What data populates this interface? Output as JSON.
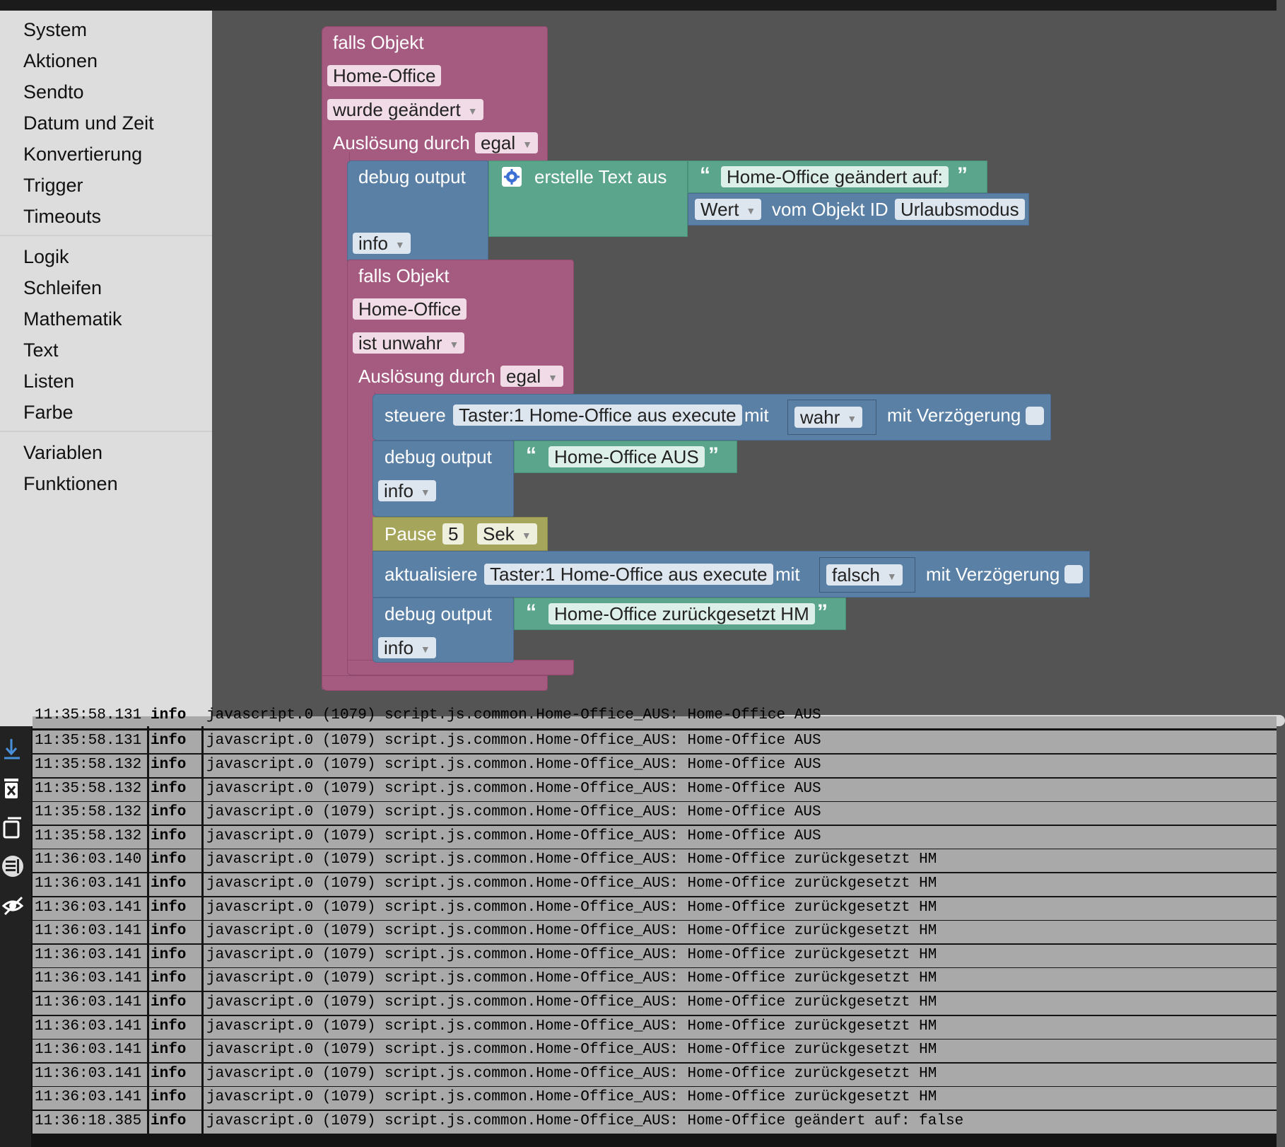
{
  "toolbox": {
    "group1": [
      "System",
      "Aktionen",
      "Sendto",
      "Datum und Zeit",
      "Konvertierung",
      "Trigger",
      "Timeouts"
    ],
    "group2": [
      "Logik",
      "Schleifen",
      "Mathematik",
      "Text",
      "Listen",
      "Farbe"
    ],
    "group3": [
      "Variablen",
      "Funktionen"
    ]
  },
  "blocks": {
    "outer": {
      "title": "falls Objekt",
      "object": "Home-Office",
      "condition": "wurde geändert",
      "trigger_label": "Auslösung durch",
      "trigger_value": "egal"
    },
    "debug1": {
      "label": "debug output",
      "level": "info",
      "text_label": "erstelle Text aus",
      "text_value": "Home-Office geändert auf:",
      "value_field": "Wert",
      "value_label": "vom Objekt ID",
      "object_id": "Urlaubsmodus"
    },
    "inner": {
      "title": "falls Objekt",
      "object": "Home-Office",
      "condition": "ist unwahr",
      "trigger_label": "Auslösung durch",
      "trigger_value": "egal"
    },
    "control": {
      "label": "steuere",
      "object": "Taster:1 Home-Office aus execute",
      "mit": "mit",
      "value": "wahr",
      "delay_label": "mit Verzögerung"
    },
    "debug2": {
      "label": "debug output",
      "text": "Home-Office AUS",
      "level": "info"
    },
    "pause": {
      "label": "Pause",
      "value": "5",
      "unit": "Sek"
    },
    "update": {
      "label": "aktualisiere",
      "object": "Taster:1 Home-Office aus execute",
      "mit": "mit",
      "value": "falsch",
      "delay_label": "mit Verzögerung"
    },
    "debug3": {
      "label": "debug output",
      "text": "Home-Office zurückgesetzt HM",
      "level": "info"
    }
  },
  "log": {
    "partial_row": [
      "11:35:58.131",
      "info",
      "javascript.0 (1079) script.js.common.Home-Office_AUS: Home-Office AUS"
    ],
    "rows": [
      [
        "11:35:58.131",
        "info",
        "javascript.0 (1079) script.js.common.Home-Office_AUS: Home-Office AUS"
      ],
      [
        "11:35:58.132",
        "info",
        "javascript.0 (1079) script.js.common.Home-Office_AUS: Home-Office AUS"
      ],
      [
        "11:35:58.132",
        "info",
        "javascript.0 (1079) script.js.common.Home-Office_AUS: Home-Office AUS"
      ],
      [
        "11:35:58.132",
        "info",
        "javascript.0 (1079) script.js.common.Home-Office_AUS: Home-Office AUS"
      ],
      [
        "11:35:58.132",
        "info",
        "javascript.0 (1079) script.js.common.Home-Office_AUS: Home-Office AUS"
      ],
      [
        "11:36:03.140",
        "info",
        "javascript.0 (1079) script.js.common.Home-Office_AUS: Home-Office zurückgesetzt HM"
      ],
      [
        "11:36:03.141",
        "info",
        "javascript.0 (1079) script.js.common.Home-Office_AUS: Home-Office zurückgesetzt HM"
      ],
      [
        "11:36:03.141",
        "info",
        "javascript.0 (1079) script.js.common.Home-Office_AUS: Home-Office zurückgesetzt HM"
      ],
      [
        "11:36:03.141",
        "info",
        "javascript.0 (1079) script.js.common.Home-Office_AUS: Home-Office zurückgesetzt HM"
      ],
      [
        "11:36:03.141",
        "info",
        "javascript.0 (1079) script.js.common.Home-Office_AUS: Home-Office zurückgesetzt HM"
      ],
      [
        "11:36:03.141",
        "info",
        "javascript.0 (1079) script.js.common.Home-Office_AUS: Home-Office zurückgesetzt HM"
      ],
      [
        "11:36:03.141",
        "info",
        "javascript.0 (1079) script.js.common.Home-Office_AUS: Home-Office zurückgesetzt HM"
      ],
      [
        "11:36:03.141",
        "info",
        "javascript.0 (1079) script.js.common.Home-Office_AUS: Home-Office zurückgesetzt HM"
      ],
      [
        "11:36:03.141",
        "info",
        "javascript.0 (1079) script.js.common.Home-Office_AUS: Home-Office zurückgesetzt HM"
      ],
      [
        "11:36:03.141",
        "info",
        "javascript.0 (1079) script.js.common.Home-Office_AUS: Home-Office zurückgesetzt HM"
      ],
      [
        "11:36:03.141",
        "info",
        "javascript.0 (1079) script.js.common.Home-Office_AUS: Home-Office zurückgesetzt HM"
      ],
      [
        "11:36:18.385",
        "info",
        "javascript.0 (1079) script.js.common.Home-Office_AUS: Home-Office geändert auf: false"
      ]
    ]
  }
}
